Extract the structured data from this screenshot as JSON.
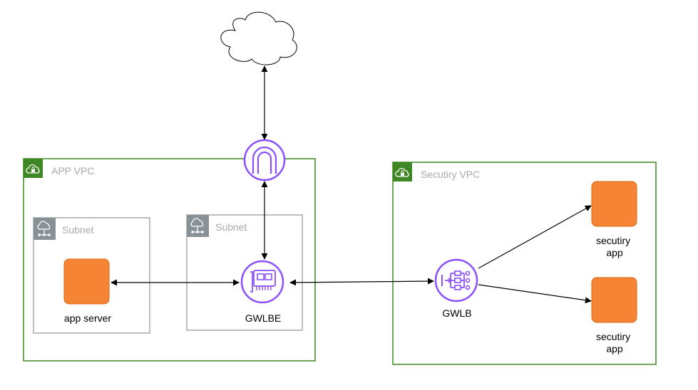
{
  "colors": {
    "vpc_border": "#3f8624",
    "vpc_badge": "#3f8624",
    "subnet_border": "#a7a9ab",
    "subnet_badge": "#879196",
    "ec2_fill": "#f58534",
    "ec2_border": "#d86613",
    "network_icon": "#8c4fff",
    "edge": "#000000",
    "group_label": "#a7a9ab",
    "node_label": "#000000"
  },
  "icons": {
    "cloud": "cloud-icon",
    "vpc": "vpc-lock-cloud-icon",
    "subnet": "subnet-icon",
    "igw": "internet-gateway-icon",
    "gwlbe": "gateway-load-balancer-endpoint-icon",
    "gwlb": "gateway-load-balancer-icon",
    "ec2": "ec2-instance-icon"
  },
  "groups": {
    "app_vpc": "APP VPC",
    "security_vpc": "Secutiry VPC",
    "subnet_app": "Subnet",
    "subnet_gwlbe": "Subnet"
  },
  "nodes": {
    "app_server": "app server",
    "gwlbe": "GWLBE",
    "gwlb": "GWLB",
    "security_app_1": [
      "secutiry",
      "app"
    ],
    "security_app_2": [
      "secutiry",
      "app"
    ]
  }
}
